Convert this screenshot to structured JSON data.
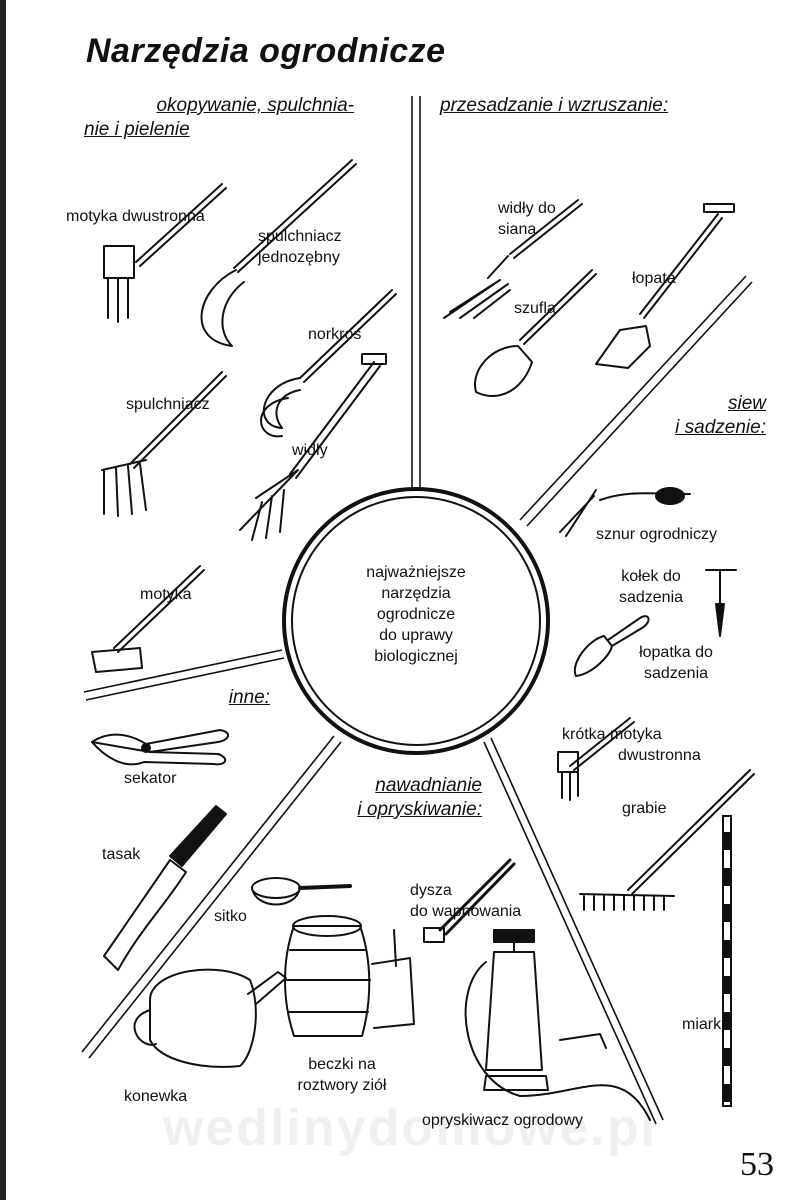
{
  "page": {
    "title": "Narzędzia ogrodnicze",
    "page_number": "53",
    "watermark": "wedlinydomowe.pl",
    "center": [
      "najważniejsze",
      "narzędzia",
      "ogrodnicze",
      "do uprawy",
      "biologicznej"
    ]
  },
  "sections": {
    "okopywanie": [
      "okopywanie,  spulchnia-",
      "nie i pielenie"
    ],
    "przesadzanie": "przesadzanie i wzruszanie:",
    "siew": [
      "siew",
      "i sadzenie:"
    ],
    "inne": "inne:",
    "nawadnianie": [
      "nawadnianie",
      "i opryskiwanie:"
    ]
  },
  "tools": {
    "motyka_dwustronna": "motyka dwustronna",
    "spulchniacz_jednozebny": [
      "spulchniacz",
      "jednozębny"
    ],
    "norkros": "norkros",
    "spulchniacz": "spulchniacz",
    "widly": "widły",
    "motyka": "motyka",
    "widly_do_siana": [
      "widły do",
      "siana"
    ],
    "lopata": "łopata",
    "szufla": "szufla",
    "sznur": "sznur ogrodniczy",
    "kolek": [
      "kołek do",
      "sadzenia"
    ],
    "lopatka": [
      "łopatka do",
      "sadzenia"
    ],
    "krotka_motyka": [
      "krótka motyka",
      "dwustronna"
    ],
    "grabie": "grabie",
    "miarka": "miarka",
    "sekator": "sekator",
    "tasak": "tasak",
    "sitko": "sitko",
    "dysza": [
      "dysza",
      "do wapnowania"
    ],
    "beczki": [
      "beczki na",
      "roztwory ziół"
    ],
    "konewka": "konewka",
    "opryskiwacz": "opryskiwacz ogrodowy"
  }
}
